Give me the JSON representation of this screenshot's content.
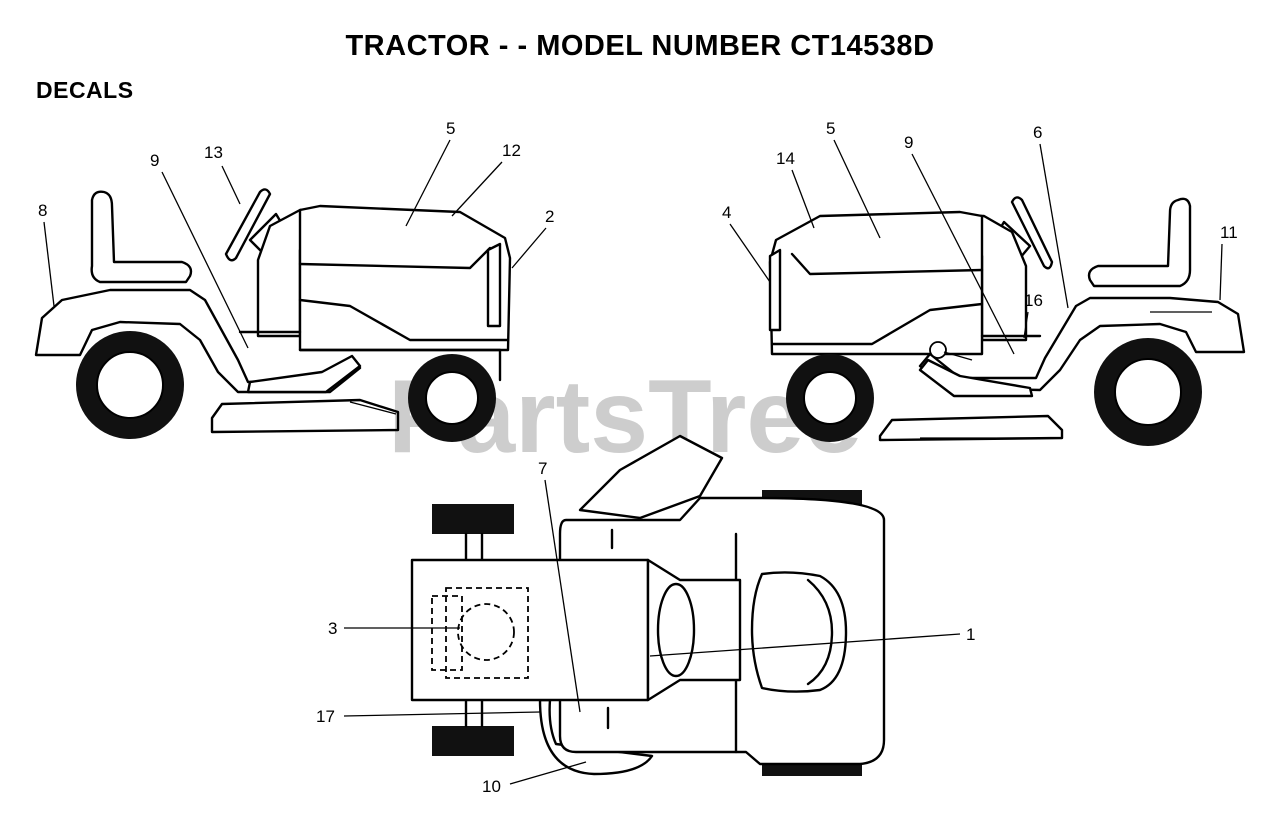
{
  "title": "TRACTOR - - MODEL NUMBER CT14538D",
  "section": "DECALS",
  "watermark": "PartsTree",
  "callouts": {
    "left_view": [
      "8",
      "9",
      "13",
      "5",
      "12",
      "2"
    ],
    "right_view": [
      "4",
      "14",
      "5",
      "9",
      "6",
      "11",
      "16"
    ],
    "top_view": [
      "7",
      "3",
      "1",
      "17",
      "10"
    ]
  }
}
